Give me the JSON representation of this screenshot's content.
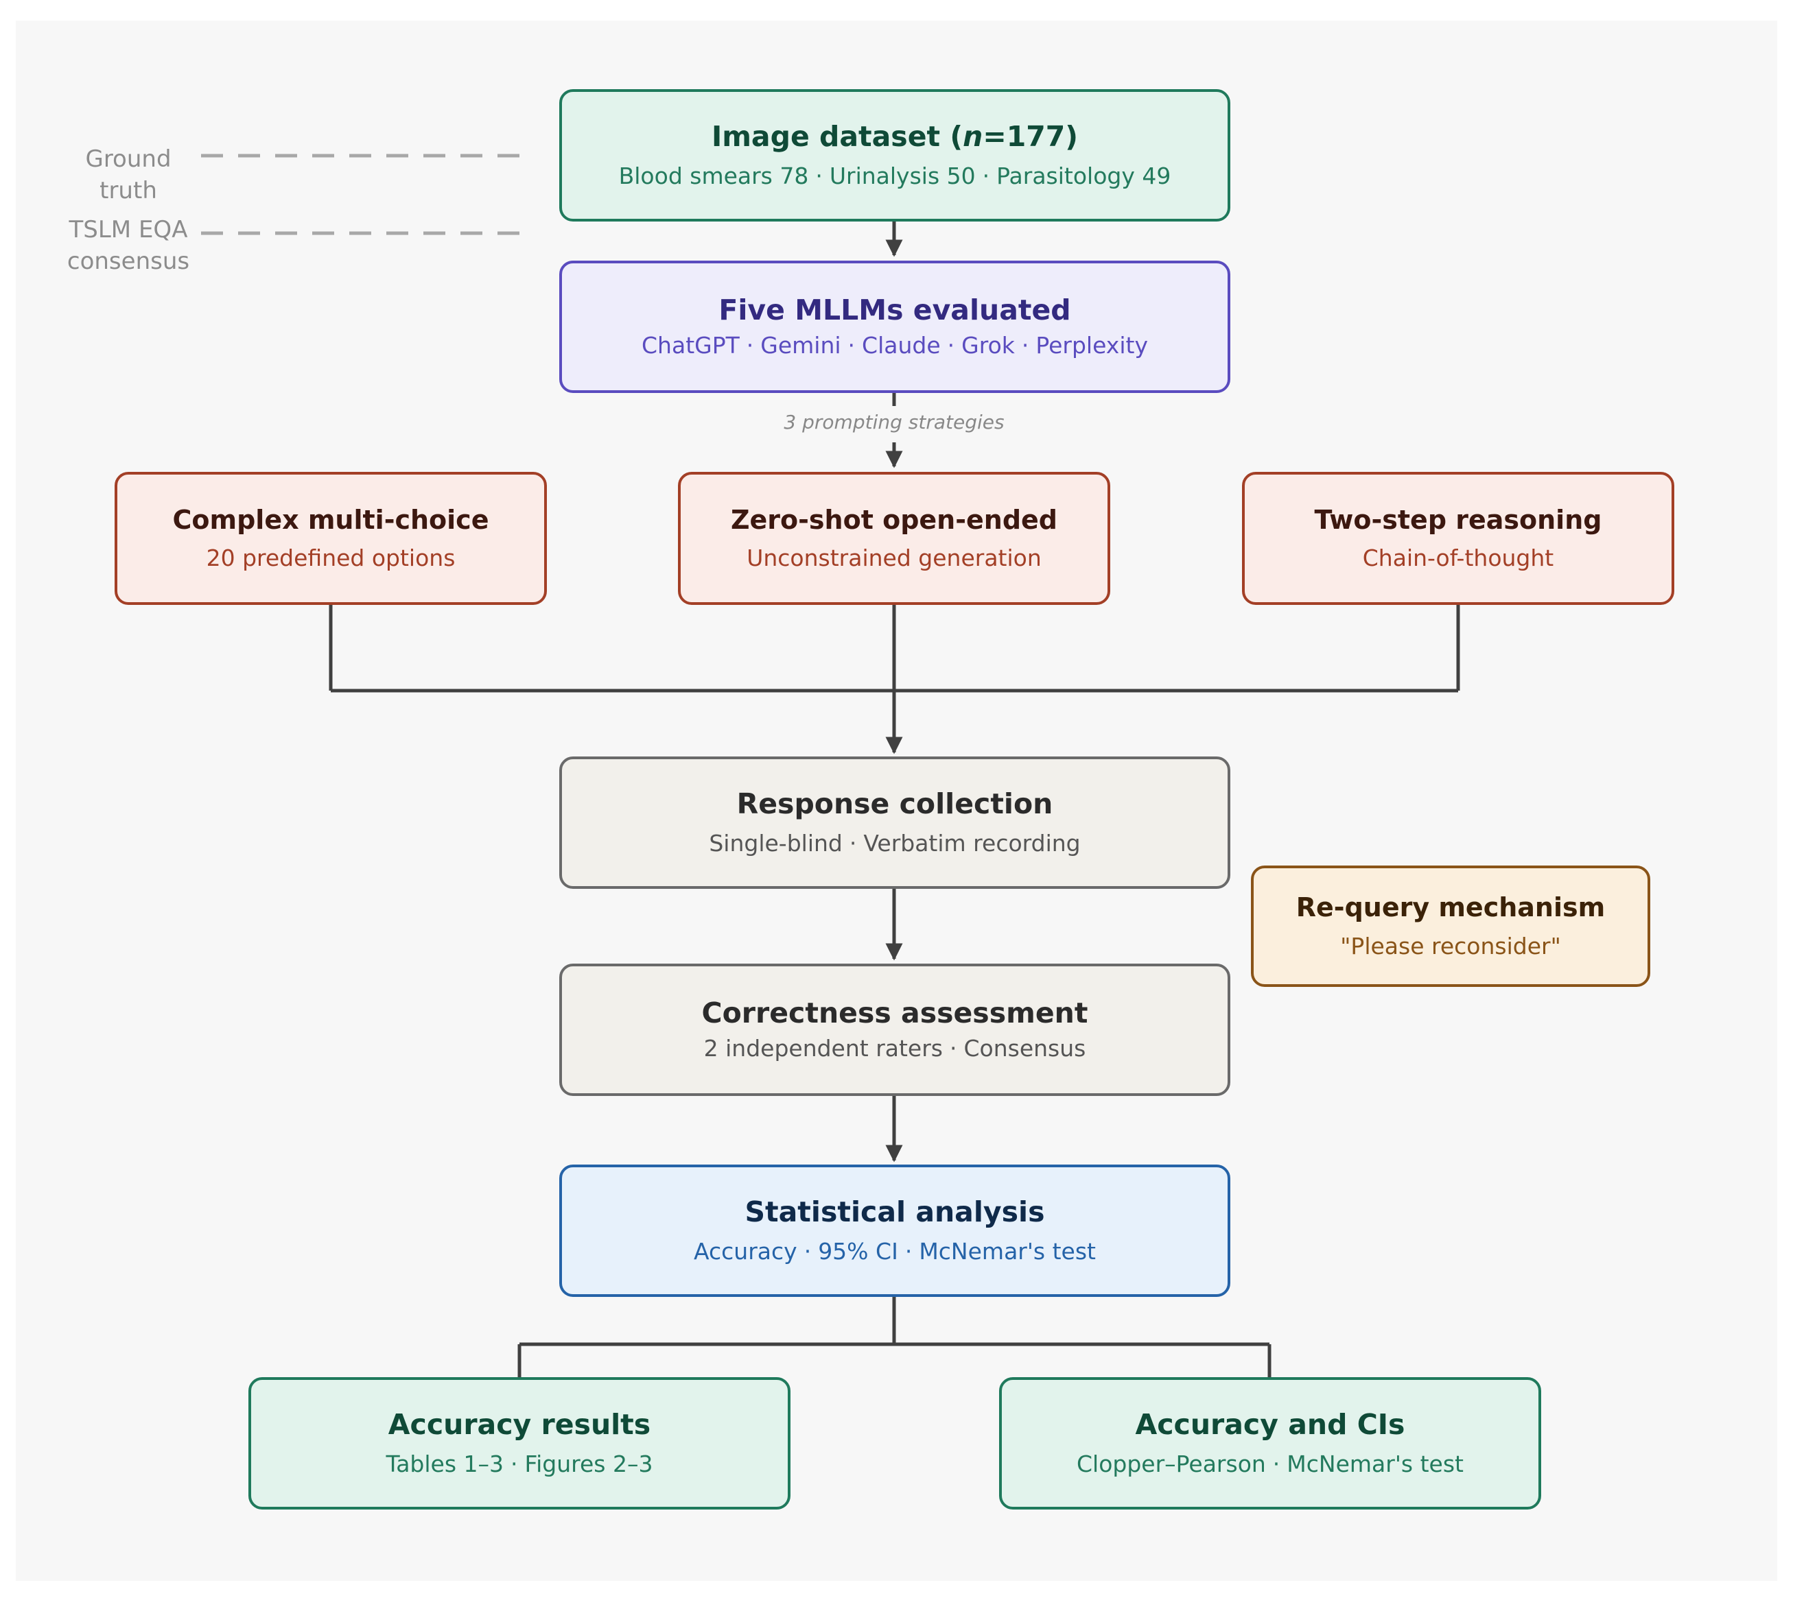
{
  "side_labels": {
    "ground_truth": "Ground\ntruth",
    "tslm": "TSLM EQA\nconsensus"
  },
  "dataset": {
    "title_prefix": "Image dataset (",
    "title_italic": "n",
    "title_suffix": "=177)",
    "items": [
      "Blood smears 78",
      "Urinalysis 50",
      "Parasitology 49"
    ]
  },
  "models": {
    "title": "Five MLLMs evaluated",
    "items": [
      "ChatGPT",
      "Gemini",
      "Claude",
      "Grok",
      "Perplexity"
    ]
  },
  "edge_label": "3 prompting strategies",
  "strategies": [
    {
      "title": "Complex multi-choice",
      "subtitle": "20 predefined options"
    },
    {
      "title": "Zero-shot open-ended",
      "subtitle": "Unconstrained generation"
    },
    {
      "title": "Two-step reasoning",
      "subtitle": "Chain-of-thought"
    }
  ],
  "collection": {
    "title": "Response collection",
    "items": [
      "Single-blind",
      "Verbatim recording"
    ]
  },
  "requery": {
    "title": "Re-query mechanism",
    "subtitle": "\"Please reconsider\""
  },
  "assessment": {
    "title": "Correctness assessment",
    "items": [
      "2 independent raters",
      "Consensus"
    ]
  },
  "stats": {
    "title": "Statistical analysis",
    "items": [
      "Accuracy",
      "95% CI",
      "McNemar's test"
    ]
  },
  "results": [
    {
      "title": "Accuracy results",
      "items": [
        "Tables 1–3",
        "Figures 2–3"
      ]
    },
    {
      "title": "Accuracy and CIs",
      "items": [
        "Clopper–Pearson",
        "McNemar's test"
      ]
    }
  ],
  "colors": {
    "wire": "#404040",
    "dash": "#a8a8a8"
  }
}
